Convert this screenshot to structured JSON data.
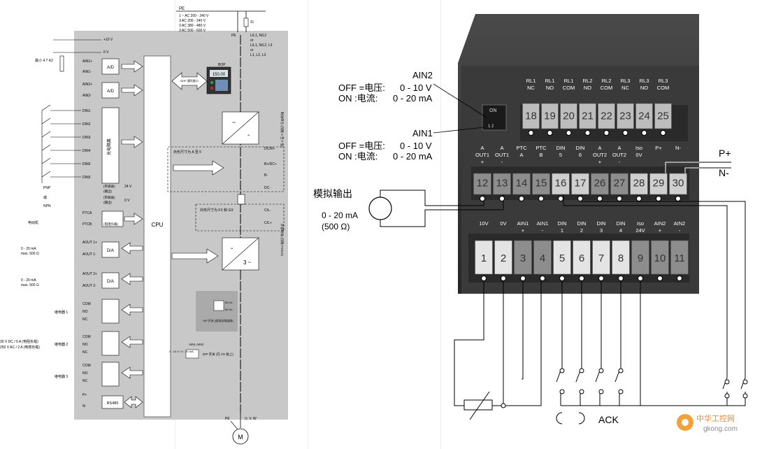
{
  "left": {
    "supply_lines": [
      "1 ~ AC 200 - 240 V",
      "3 AC 200 - 240 V",
      "3 AC 380 - 480 V",
      "3 AC 500 - 600 V"
    ],
    "pe_top": "PE",
    "si": "SI",
    "line_terminals": [
      "L/L1, N/L2",
      "or",
      "L/L1, N/L2, L3",
      "or",
      "L1, L2, L3"
    ],
    "pe_small": "PE",
    "plus10v": "+10 V",
    "zero_v": "0 V",
    "pot_label": "最小 4.7 kΩ",
    "ain1_plus": "AIN1+",
    "ain1_minus": "AIN1-",
    "ain2_plus": "AIN2+",
    "ain2_minus": "AIN2-",
    "ad": "A/D",
    "din": [
      "DIN1",
      "DIN2",
      "DIN3",
      "DIN4",
      "DIN5",
      "DIN6"
    ],
    "opto": "光电隔离",
    "pnp": "PNP",
    "or": "或",
    "npn": "NPN",
    "v24_note": "(带隔离)",
    "v24": "24 V",
    "v24_sub": "(输出)",
    "v0_note": "(带隔离)",
    "v0": "0 V",
    "v0_sub": "(输出)",
    "ptca": "PTCA",
    "ptcb": "PTCB",
    "motor_ptc": "电动机",
    "ptc_note": "(电阻负载)",
    "cpu": "CPU",
    "aout_range1": "0 - 20 mA",
    "aout_max1": "max. 500 Ω",
    "aout1_plus": "AOUT 1+",
    "aout1_minus": "AOUT 1-",
    "aout_range2": "0 - 20 mA",
    "aout_max2": "max. 500 Ω",
    "aout2_plus": "AOUT 2+",
    "aout2_minus": "AOUT 2-",
    "da": "D/A",
    "relay1": "继电器 1",
    "relay2": "继电器 2",
    "relay3": "继电器 3",
    "com": "COM",
    "no": "NO",
    "nc": "NC",
    "relay_rating1": "30 V DC / 5 A (电阻负载)",
    "relay_rating2": "250 V AC / 2 A (电感负载)",
    "p_plus": "P+",
    "n_minus": "N-",
    "rs485": "RS485",
    "bop": "BOP",
    "bop_sub": "面板操作板",
    "bop_display": "150.00",
    "bop_link": "BOP\n通讯接口",
    "frame_ab": "外形尺寸为 A 至 F",
    "frame_fx": "外形尺寸为\nFX 和 GX",
    "dc_plus": "DC/R+",
    "b_plus": "B+/DC+",
    "b_minus": "B-",
    "dc_minus": "DC-",
    "cl_minus": "C/L-",
    "cl_plus": "C/L+",
    "side_note1": "制动单元 (仅限 A 至 F 型)",
    "side_note2": "外部制动 (仅限 FX/GX)",
    "dip_switch_label": "DIP 开关\n(现场总线连接)",
    "hz50": "50 Hz",
    "hz60": "60 Hz",
    "ain_dip": "AIN1 AIN2",
    "dip_io": "DIP 开关\n(在 I/O 板上)",
    "ain_dip_opts": "0 - 10 V / 0 - 20 mA",
    "uvw": "U, V, W",
    "pe_bottom": "PE",
    "motor": "M",
    "tilde": "~",
    "minus": "-",
    "three_tilde": "3 ~"
  },
  "right": {
    "ain2_title": "AIN2",
    "ain2_off": "OFF =电压:",
    "ain2_off_val": "0 - 10 V",
    "ain2_on": "ON :电流:",
    "ain2_on_val": "0 - 20 mA",
    "ain1_title": "AIN1",
    "ain1_off": "OFF =电压:",
    "ain1_off_val": "0 - 10 V",
    "ain1_on": "ON :电流:",
    "ain1_on_val": "0 - 20 mA",
    "dip_on": "ON",
    "dip_nums": "1  2",
    "analog_out_label": "模拟输出",
    "analog_out_range": "0 - 20 mA",
    "analog_out_ohm": "(500 Ω)",
    "p_plus": "P+",
    "n_minus": "N-",
    "ack": "ACK",
    "relay_headers": [
      {
        "l1": "RL1",
        "l2": "NC"
      },
      {
        "l1": "RL1",
        "l2": "NO"
      },
      {
        "l1": "RL1",
        "l2": "COM"
      },
      {
        "l1": "RL2",
        "l2": "NO"
      },
      {
        "l1": "RL2",
        "l2": "COM"
      },
      {
        "l1": "RL3",
        "l2": "NC"
      },
      {
        "l1": "RL3",
        "l2": "NO"
      },
      {
        "l1": "RL3",
        "l2": "COM"
      }
    ],
    "relay_nums": [
      "18",
      "19",
      "20",
      "21",
      "22",
      "23",
      "24",
      "25"
    ],
    "mid_headers": [
      {
        "l1": "A",
        "l2": "OUT1",
        "l3": "+"
      },
      {
        "l1": "A",
        "l2": "OUT1",
        "l3": "-"
      },
      {
        "l1": "PTC",
        "l2": "A",
        "l3": ""
      },
      {
        "l1": "PTC",
        "l2": "B",
        "l3": ""
      },
      {
        "l1": "DIN",
        "l2": "5",
        "l3": ""
      },
      {
        "l1": "DIN",
        "l2": "6",
        "l3": ""
      },
      {
        "l1": "A",
        "l2": "OUT2",
        "l3": "+"
      },
      {
        "l1": "A",
        "l2": "OUT2",
        "l3": "-"
      },
      {
        "l1": "Iso",
        "l2": "0V",
        "l3": ""
      },
      {
        "l1": "P+",
        "l2": "",
        "l3": ""
      },
      {
        "l1": "N-",
        "l2": "",
        "l3": ""
      }
    ],
    "mid_nums": [
      "12",
      "13",
      "14",
      "15",
      "16",
      "17",
      "26",
      "27",
      "28",
      "29",
      "30"
    ],
    "bottom_headers": [
      {
        "l1": "10V",
        "l2": "",
        "l3": ""
      },
      {
        "l1": "0V",
        "l2": "",
        "l3": ""
      },
      {
        "l1": "AIN1",
        "l2": "+",
        "l3": ""
      },
      {
        "l1": "AIN1",
        "l2": "-",
        "l3": ""
      },
      {
        "l1": "DIN",
        "l2": "1",
        "l3": ""
      },
      {
        "l1": "DIN",
        "l2": "2",
        "l3": ""
      },
      {
        "l1": "DIN",
        "l2": "3",
        "l3": ""
      },
      {
        "l1": "DIN",
        "l2": "4",
        "l3": ""
      },
      {
        "l1": "Iso",
        "l2": "24V",
        "l3": ""
      },
      {
        "l1": "AIN2",
        "l2": "+",
        "l3": ""
      },
      {
        "l1": "AIN2",
        "l2": "-",
        "l3": ""
      }
    ],
    "bottom_nums": [
      "1",
      "2",
      "3",
      "4",
      "5",
      "6",
      "7",
      "8",
      "9",
      "10",
      "11"
    ],
    "watermark_cn": "中华工控网",
    "watermark_url": "gkong.com"
  }
}
